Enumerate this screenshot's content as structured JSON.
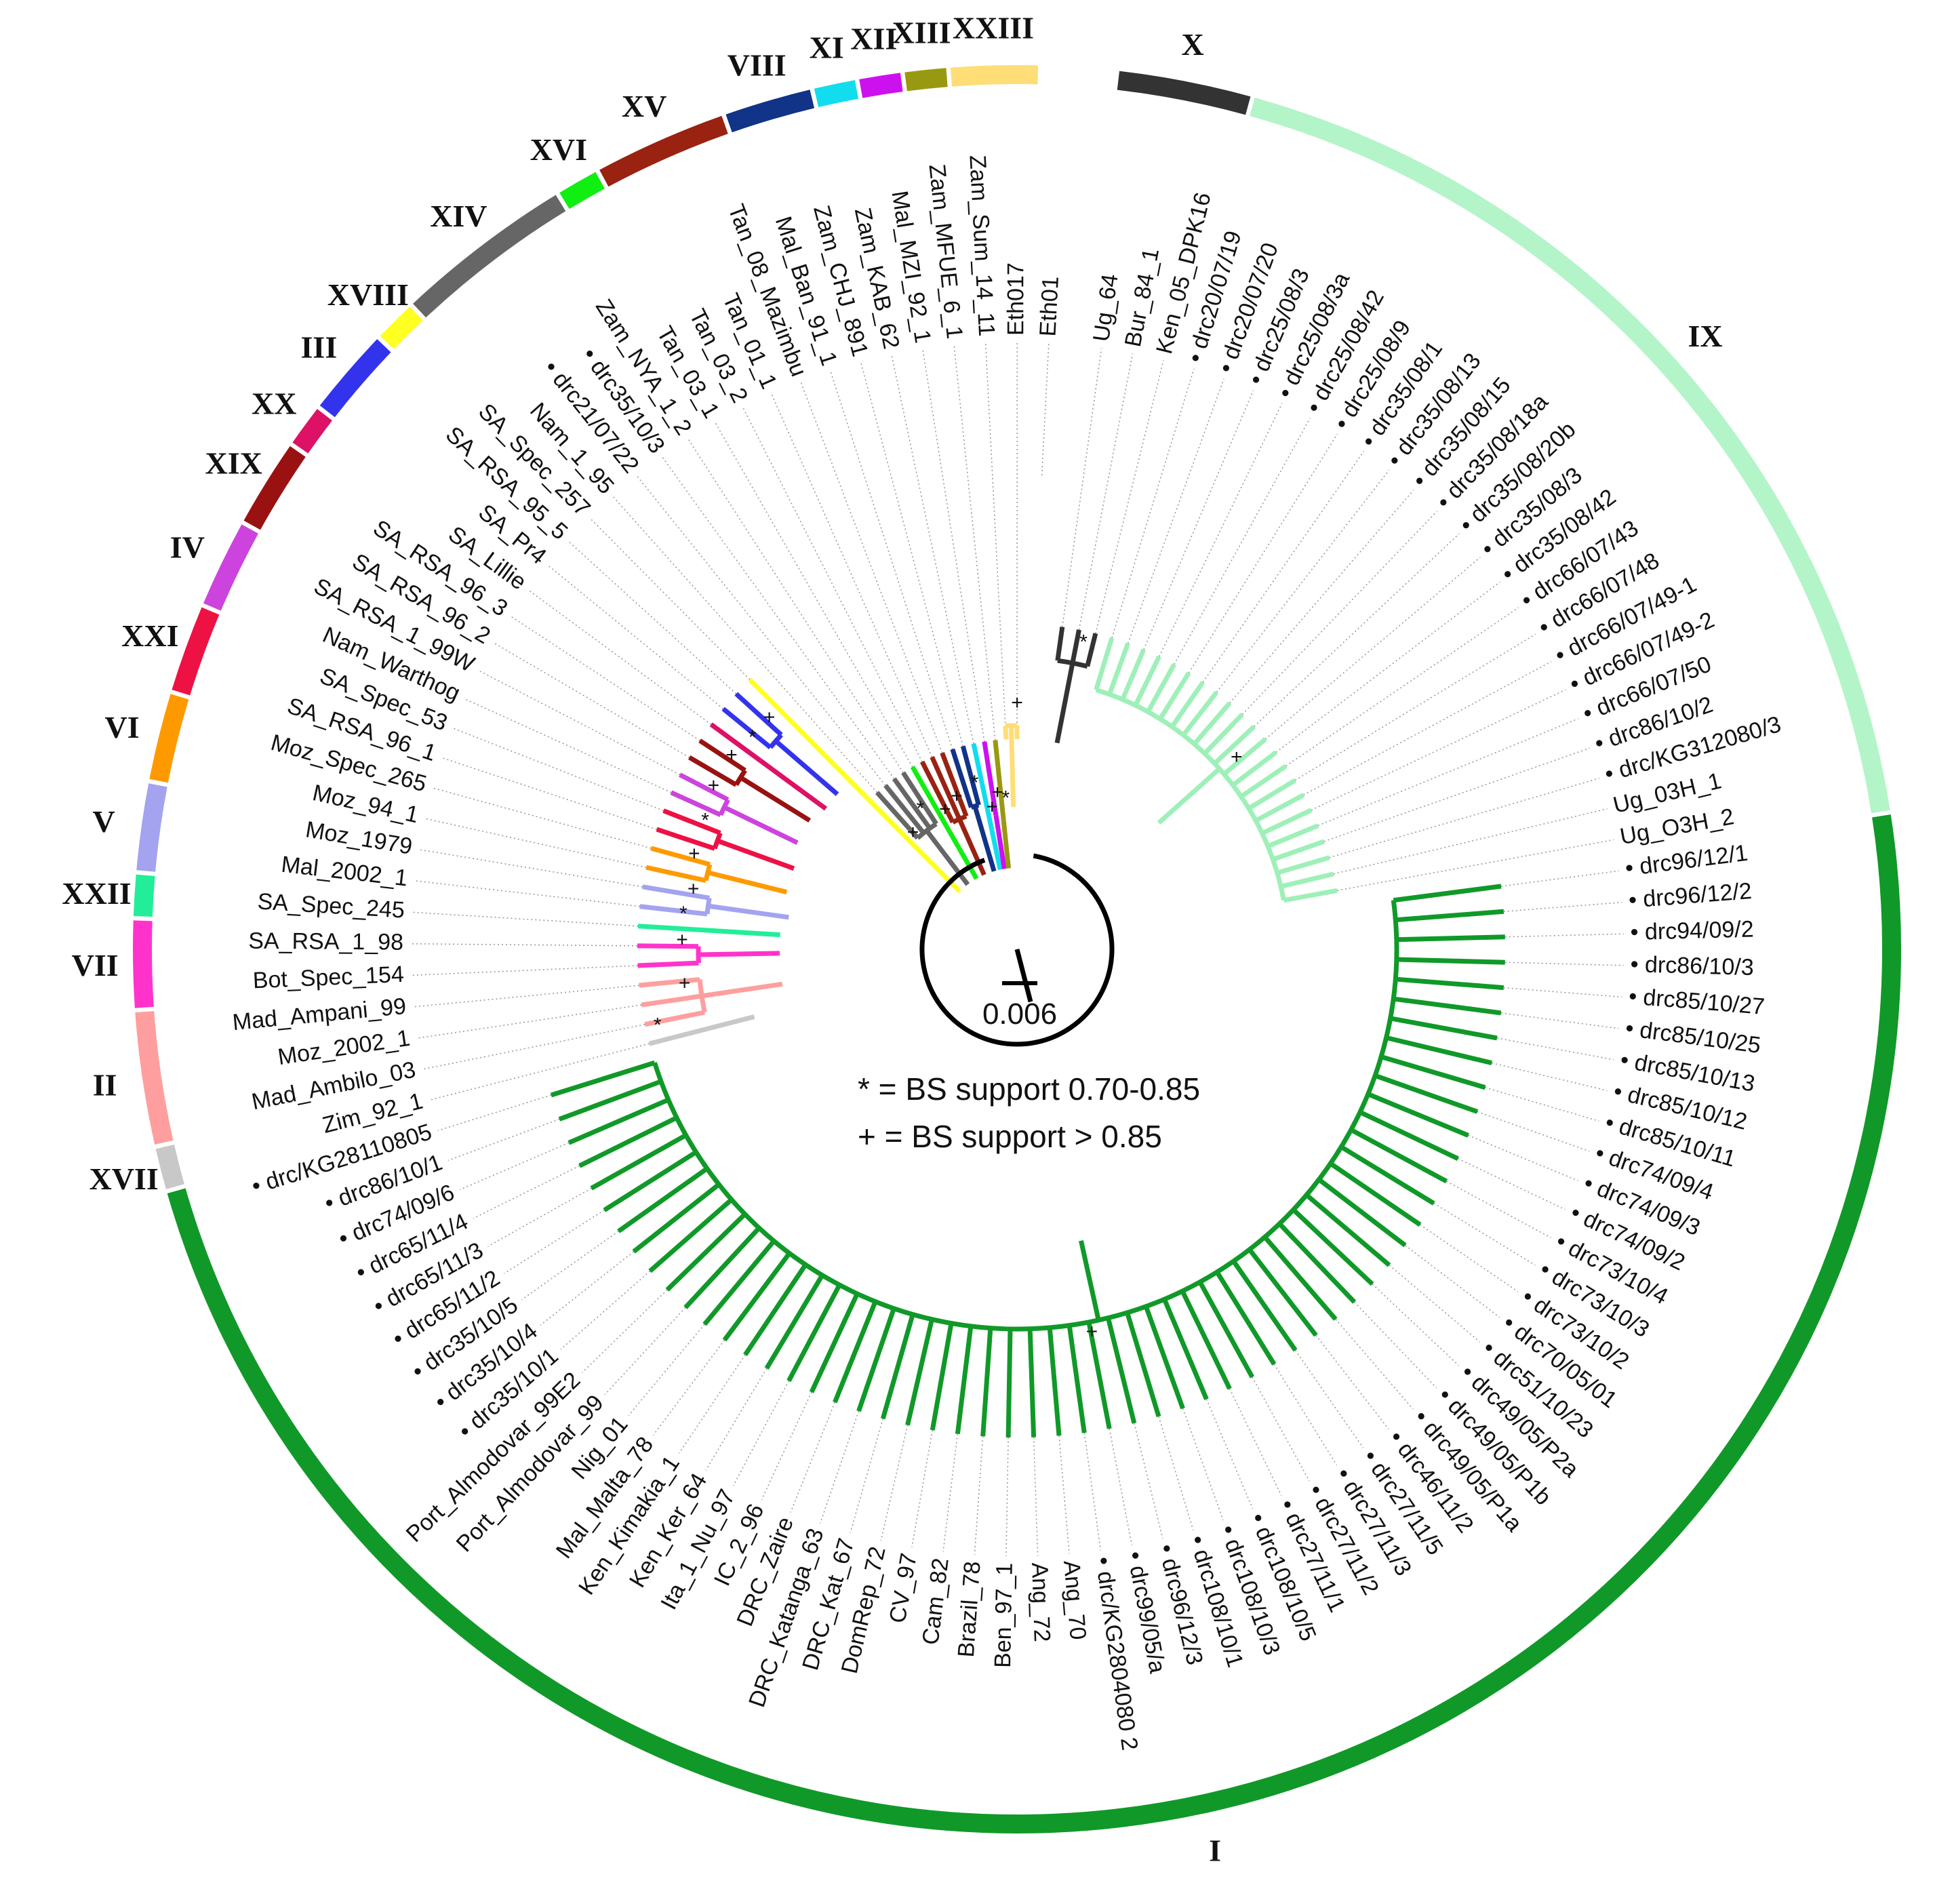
{
  "leaves": [
    {
      "label": "Ug_64",
      "dot": false
    },
    {
      "label": "Bur_84_1",
      "dot": false
    },
    {
      "label": "Ken_05_DPK16",
      "dot": false
    },
    {
      "label": "drc20/07/19",
      "dot": true
    },
    {
      "label": "drc20/07/20",
      "dot": true
    },
    {
      "label": "drc25/08/3",
      "dot": true
    },
    {
      "label": "drc25/08/3a",
      "dot": true
    },
    {
      "label": "drc25/08/42",
      "dot": true
    },
    {
      "label": "drc25/08/9",
      "dot": true
    },
    {
      "label": "drc35/08/1",
      "dot": true
    },
    {
      "label": "drc35/08/13",
      "dot": true
    },
    {
      "label": "drc35/08/15",
      "dot": true
    },
    {
      "label": "drc35/08/18a",
      "dot": true
    },
    {
      "label": "drc35/08/20b",
      "dot": true
    },
    {
      "label": "drc35/08/3",
      "dot": true
    },
    {
      "label": "drc35/08/42",
      "dot": true
    },
    {
      "label": "drc66/07/43",
      "dot": true
    },
    {
      "label": "drc66/07/48",
      "dot": true
    },
    {
      "label": "drc66/07/49-1",
      "dot": true
    },
    {
      "label": "drc66/07/49-2",
      "dot": true
    },
    {
      "label": "drc66/07/50",
      "dot": true
    },
    {
      "label": "drc86/10/2",
      "dot": true
    },
    {
      "label": "drc/KG312080/3",
      "dot": true
    },
    {
      "label": "Ug_03H_1",
      "dot": false
    },
    {
      "label": "Ug_O3H_2",
      "dot": false
    },
    {
      "label": "drc96/12/1",
      "dot": true
    },
    {
      "label": "drc96/12/2",
      "dot": true
    },
    {
      "label": "drc94/09/2",
      "dot": true
    },
    {
      "label": "drc86/10/3",
      "dot": true
    },
    {
      "label": "drc85/10/27",
      "dot": true
    },
    {
      "label": "drc85/10/25",
      "dot": true
    },
    {
      "label": "drc85/10/13",
      "dot": true
    },
    {
      "label": "drc85/10/12",
      "dot": true
    },
    {
      "label": "drc85/10/11",
      "dot": true
    },
    {
      "label": "drc74/09/4",
      "dot": true
    },
    {
      "label": "drc74/09/3",
      "dot": true
    },
    {
      "label": "drc74/09/2",
      "dot": true
    },
    {
      "label": "drc73/10/4",
      "dot": true
    },
    {
      "label": "drc73/10/3",
      "dot": true
    },
    {
      "label": "drc73/10/2",
      "dot": true
    },
    {
      "label": "drc70/05/01",
      "dot": true
    },
    {
      "label": "drc51/10/23",
      "dot": true
    },
    {
      "label": "drc49/05/P2a",
      "dot": true
    },
    {
      "label": "drc49/05/P1b",
      "dot": true
    },
    {
      "label": "drc49/05/P1a",
      "dot": true
    },
    {
      "label": "drc46/11/2",
      "dot": true
    },
    {
      "label": "drc27/11/5",
      "dot": true
    },
    {
      "label": "drc27/11/3",
      "dot": true
    },
    {
      "label": "drc27/11/2",
      "dot": true
    },
    {
      "label": "drc27/11/1",
      "dot": true
    },
    {
      "label": "drc108/10/5",
      "dot": true
    },
    {
      "label": "drc108/10/3",
      "dot": true
    },
    {
      "label": "drc108/10/1",
      "dot": true
    },
    {
      "label": "drc96/12/3",
      "dot": true
    },
    {
      "label": "drc99/05/a",
      "dot": true
    },
    {
      "label": "drc/KG2804080 2",
      "dot": true
    },
    {
      "label": "Ang_70",
      "dot": false
    },
    {
      "label": "Ang_72",
      "dot": false
    },
    {
      "label": "Ben_97_1",
      "dot": false
    },
    {
      "label": "Brazil_78",
      "dot": false
    },
    {
      "label": "Cam_82",
      "dot": false
    },
    {
      "label": "CV_97",
      "dot": false
    },
    {
      "label": "DomRep_72",
      "dot": false
    },
    {
      "label": "DRC_Kat_67",
      "dot": false
    },
    {
      "label": "DRC_Katanga_63",
      "dot": false
    },
    {
      "label": "DRC_Zaire",
      "dot": false
    },
    {
      "label": "IC_2_96",
      "dot": false
    },
    {
      "label": "Ita_1_Nu_97",
      "dot": false
    },
    {
      "label": "Ken_Ker_64",
      "dot": false
    },
    {
      "label": "Ken_Kimakia_1",
      "dot": false
    },
    {
      "label": "Mal_Malta_78",
      "dot": false
    },
    {
      "label": "Nig_01",
      "dot": false
    },
    {
      "label": "Port_Almodovar_99",
      "dot": false
    },
    {
      "label": "Port_Almodovar_99E2",
      "dot": false
    },
    {
      "label": "drc35/10/1",
      "dot": true
    },
    {
      "label": "drc35/10/4",
      "dot": true
    },
    {
      "label": "drc35/10/5",
      "dot": true
    },
    {
      "label": "drc65/11/2",
      "dot": true
    },
    {
      "label": "drc65/11/3",
      "dot": true
    },
    {
      "label": "drc65/11/4",
      "dot": true
    },
    {
      "label": "drc74/09/6",
      "dot": true
    },
    {
      "label": "drc86/10/1",
      "dot": true
    },
    {
      "label": "drc/KG28110805",
      "dot": true
    },
    {
      "label": "Zim_92_1",
      "dot": false
    },
    {
      "label": "Mad_Ambilo_03",
      "dot": false
    },
    {
      "label": "Moz_2002_1",
      "dot": false
    },
    {
      "label": "Mad_Ampani_99",
      "dot": false
    },
    {
      "label": "Bot_Spec_154",
      "dot": false
    },
    {
      "label": "SA_RSA_1_98",
      "dot": false
    },
    {
      "label": "SA_Spec_245",
      "dot": false
    },
    {
      "label": "Mal_2002_1",
      "dot": false
    },
    {
      "label": "Moz_1979",
      "dot": false
    },
    {
      "label": "Moz_94_1",
      "dot": false
    },
    {
      "label": "Moz_Spec_265",
      "dot": false
    },
    {
      "label": "SA_RSA_96_1",
      "dot": false
    },
    {
      "label": "SA_Spec_53",
      "dot": false
    },
    {
      "label": "Nam_Warthog",
      "dot": false
    },
    {
      "label": "SA_RSA_1_99W",
      "dot": false
    },
    {
      "label": "SA_RSA_96_2",
      "dot": false
    },
    {
      "label": "SA_RSA_96_3",
      "dot": false
    },
    {
      "label": "SA_Lillie",
      "dot": false
    },
    {
      "label": "SA_Pr4",
      "dot": false
    },
    {
      "label": "SA_RSA_95_5",
      "dot": false
    },
    {
      "label": "SA_Spec_257",
      "dot": false
    },
    {
      "label": "Nam_1_95",
      "dot": false
    },
    {
      "label": "drc21/07/22",
      "dot": true
    },
    {
      "label": "drc35/10/3",
      "dot": true
    },
    {
      "label": "Zam_NYA_1_2",
      "dot": false
    },
    {
      "label": "Tan_03_1",
      "dot": false
    },
    {
      "label": "Tan_03_2",
      "dot": false
    },
    {
      "label": "Tan_01_1",
      "dot": false
    },
    {
      "label": "Tan_08_Mazimbu",
      "dot": false
    },
    {
      "label": "Mal_Ban_91_1",
      "dot": false
    },
    {
      "label": "Zam_CHJ_891",
      "dot": false
    },
    {
      "label": "Zam_KAB_62",
      "dot": false
    },
    {
      "label": "Mal_MZI_92_1",
      "dot": false
    },
    {
      "label": "Zam_MFUE_6_1",
      "dot": false
    },
    {
      "label": "Zam_Sum_14_11",
      "dot": false
    },
    {
      "label": "Eth017",
      "dot": false
    },
    {
      "label": "Eth01",
      "dot": false
    }
  ],
  "genotypes": [
    {
      "label": "X",
      "color": "#333333",
      "start": 0,
      "end": 2
    },
    {
      "label": "IX",
      "color": "#b3f5c8",
      "start": 3,
      "end": 24
    },
    {
      "label": "I",
      "color": "#109928",
      "start": 25,
      "end": 82
    },
    {
      "label": "XVII",
      "color": "#c8c8c8",
      "start": 83,
      "end": 83
    },
    {
      "label": "II",
      "color": "#ff9e9e",
      "start": 84,
      "end": 86
    },
    {
      "label": "VII",
      "color": "#ff33cc",
      "start": 87,
      "end": 88
    },
    {
      "label": "XXII",
      "color": "#22ee99",
      "start": 89,
      "end": 89
    },
    {
      "label": "V",
      "color": "#a3a3f0",
      "start": 90,
      "end": 91
    },
    {
      "label": "VI",
      "color": "#ff9900",
      "start": 92,
      "end": 93
    },
    {
      "label": "XXI",
      "color": "#ee1144",
      "start": 94,
      "end": 95
    },
    {
      "label": "IV",
      "color": "#cc44dd",
      "start": 96,
      "end": 97
    },
    {
      "label": "XIX",
      "color": "#991111",
      "start": 98,
      "end": 99
    },
    {
      "label": "XX",
      "color": "#dd1166",
      "start": 100,
      "end": 100
    },
    {
      "label": "III",
      "color": "#3333ee",
      "start": 101,
      "end": 102
    },
    {
      "label": "XVIII",
      "color": "#ffff22",
      "start": 103,
      "end": 103
    },
    {
      "label": "XIV",
      "color": "#666666",
      "start": 104,
      "end": 107
    },
    {
      "label": "XVI",
      "color": "#11ee11",
      "start": 108,
      "end": 108
    },
    {
      "label": "XV",
      "color": "#992211",
      "start": 109,
      "end": 111
    },
    {
      "label": "VIII",
      "color": "#113388",
      "start": 112,
      "end": 113
    },
    {
      "label": "XI",
      "color": "#11ddee",
      "start": 114,
      "end": 114
    },
    {
      "label": "XII",
      "color": "#cc11ee",
      "start": 115,
      "end": 115
    },
    {
      "label": "XIII",
      "color": "#999911",
      "start": 116,
      "end": 116
    },
    {
      "label": "XXIII",
      "color": "#ffdd77",
      "start": 117,
      "end": 118
    }
  ],
  "scale_bar": {
    "label": "0.006",
    "value": 0.006
  },
  "legend": {
    "star_line": "* = BS support 0.70-0.85",
    "plus_line": "+ = BS support > 0.85"
  }
}
